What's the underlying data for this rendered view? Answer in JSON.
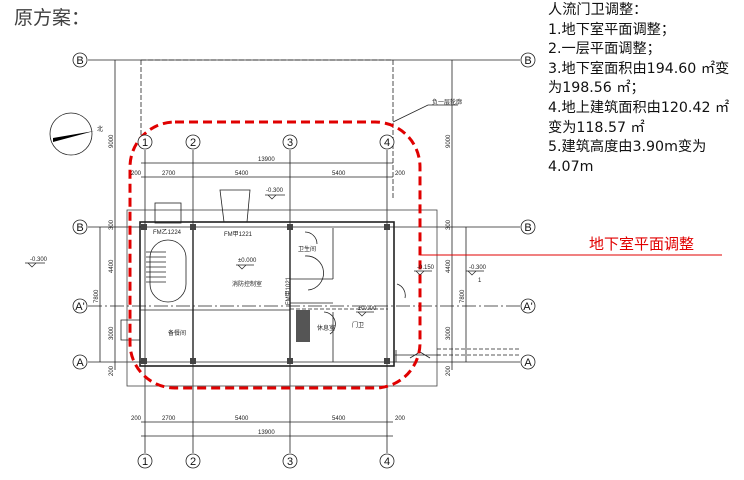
{
  "title": "原方案：",
  "notes": {
    "heading": "人流门卫调整：",
    "items": [
      "1.地下室平面调整；",
      "2.一层平面调整；",
      "3.地下室面积由194.60 ㎡变",
      "为198.56 ㎡；",
      "4.地上建筑面积由120.42 ㎡",
      "变为118.57 ㎡",
      "5.建筑高度由3.90m变为",
      "4.07m"
    ]
  },
  "annotation": {
    "label": "地下室平面调整",
    "color": "#e00000"
  },
  "drawing": {
    "north_label": "北",
    "axes_columns": [
      "1",
      "2",
      "3",
      "4"
    ],
    "axes_rows": {
      "b": "B",
      "a_prime": "A'",
      "a": "A"
    },
    "top_dims": {
      "total": "13900",
      "segments": [
        "200",
        "2700",
        "5400",
        "5400",
        "200"
      ]
    },
    "bottom_dims": {
      "total": "13900",
      "segments": [
        "200",
        "2700",
        "5400",
        "5400",
        "200"
      ]
    },
    "left_dims": {
      "top": "9000",
      "b_off": "300",
      "mid": "4400",
      "total": "7800",
      "lower": "3000",
      "bottom": "200"
    },
    "right_dims": {
      "top": "9000",
      "b_off": "300",
      "mid": "4400",
      "total": "7800",
      "lower": "3000",
      "bottom": "200"
    },
    "levels": {
      "top": "-0.300",
      "left": "-0.300",
      "room1": "±0.000",
      "room2": "±0.000",
      "right1": "-0.150",
      "right2": "-0.300"
    },
    "doors": {
      "d1": "FM乙1224",
      "d2": "FM甲1221",
      "d3": "FM甲1021"
    },
    "rooms": {
      "main": "消防控制室",
      "toilet": "卫生间",
      "store": "备餐间",
      "rest": "休息室",
      "guard": "门卫"
    },
    "leader_note": "负一层轮廓",
    "right_mark": "1"
  }
}
